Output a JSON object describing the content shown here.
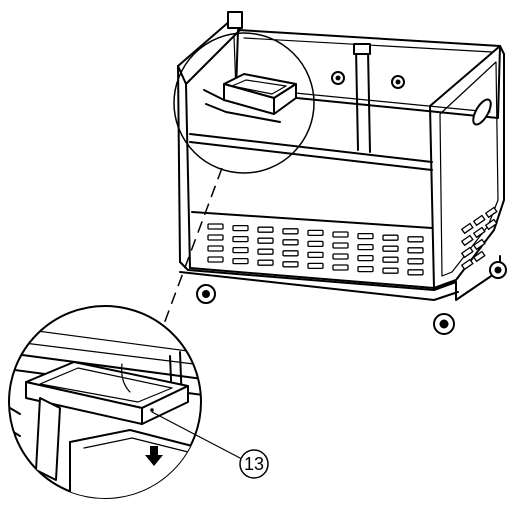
{
  "diagram": {
    "callout": {
      "number": "13"
    },
    "icons": [
      "cart-frame",
      "side-shelf-tray",
      "caster-wheel",
      "down-arrow-icon"
    ]
  }
}
